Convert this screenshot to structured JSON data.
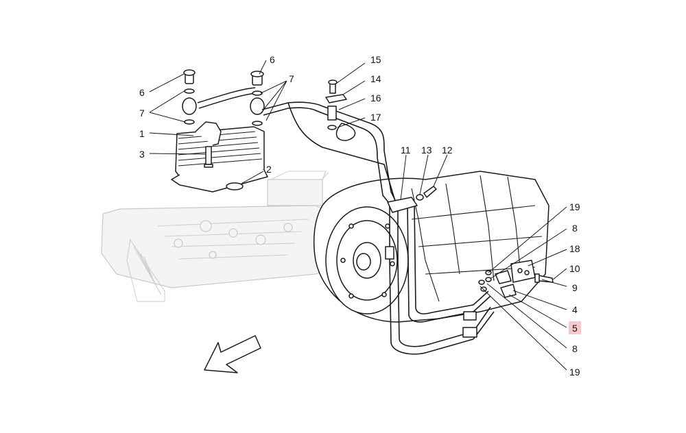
{
  "callouts": [
    {
      "id": "c6a",
      "text": "6"
    },
    {
      "id": "c7a",
      "text": "7"
    },
    {
      "id": "c1",
      "text": "1"
    },
    {
      "id": "c3",
      "text": "3"
    },
    {
      "id": "c6b",
      "text": "6"
    },
    {
      "id": "c7b",
      "text": "7"
    },
    {
      "id": "c2",
      "text": "2"
    },
    {
      "id": "c15",
      "text": "15"
    },
    {
      "id": "c14",
      "text": "14"
    },
    {
      "id": "c16",
      "text": "16"
    },
    {
      "id": "c17",
      "text": "17"
    },
    {
      "id": "c11",
      "text": "11"
    },
    {
      "id": "c13",
      "text": "13"
    },
    {
      "id": "c12",
      "text": "12"
    },
    {
      "id": "c19a",
      "text": "19"
    },
    {
      "id": "c8a",
      "text": "8"
    },
    {
      "id": "c18",
      "text": "18"
    },
    {
      "id": "c10",
      "text": "10"
    },
    {
      "id": "c9",
      "text": "9"
    },
    {
      "id": "c4",
      "text": "4"
    },
    {
      "id": "c5",
      "text": "5",
      "highlight": true
    },
    {
      "id": "c8b",
      "text": "8"
    },
    {
      "id": "c19b",
      "text": "19"
    }
  ],
  "colors": {
    "highlight": "#f6c9cf",
    "ink": "#1a1a1a",
    "ghost": "#c9c9c9"
  }
}
